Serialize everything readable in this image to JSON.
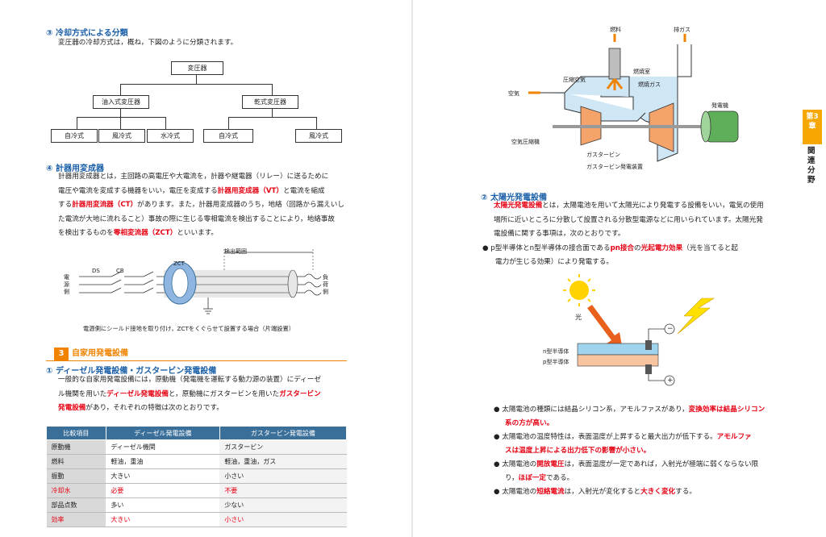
{
  "left": {
    "s3_heading": "③ 冷却方式による分類",
    "s3_text": "変圧器の冷却方式は，概ね，下図のように分類されます。",
    "tree": {
      "root": "変圧器",
      "oil": "油入式変圧器",
      "dry": "乾式変圧器",
      "leaf1": "自冷式",
      "leaf2": "風冷式",
      "leaf3": "水冷式",
      "leaf4": "自冷式",
      "leaf5": "風冷式"
    },
    "s4_heading": "④ 計器用変成器",
    "s4_p1": "計器用変成器とは，主回路の高電圧や大電流を，計器や継電器（リレー）に送るために",
    "s4_p2a": "電圧や電流を変成する機器をいい，電圧を変成する",
    "s4_p2_vt": "計器用変成器（VT）",
    "s4_p2b": "と電流を縮成",
    "s4_p3a": "する",
    "s4_p3_ct": "計器用変流器（CT）",
    "s4_p3b": "があります。また，計器用変成器のうち，地絡（回路から漏えいし",
    "s4_p4": "た電流が大地に流れること）事故の際に生じる零相電流を検出することにより，地絡事故",
    "s4_p5a": "を検出するものを",
    "s4_p5_zct": "零相変流器（ZCT）",
    "s4_p5b": "といいます。",
    "zct_fig": {
      "range": "検出範囲",
      "zct": "ZCT",
      "ds": "DS",
      "cb": "CB",
      "source": "電源側",
      "load": "負荷側",
      "caption": "電源側にシールド接地を取り付け，ZCTをくぐらせて設置する場合（片端設置）"
    },
    "sec3_num": "3",
    "sec3_title": "自家用発電設備",
    "s1_heading": "① ディーゼル発電設備・ガスタービン発電設備",
    "s1_p1": "一般的な自家用発電設備には，原動機（発電機を運転する動力源の装置）にディーゼ",
    "s1_p2a": "ル機関を用いた",
    "s1_p2_diesel": "ディーゼル発電設備",
    "s1_p2b": "と，原動機にガスタービンを用いた",
    "s1_p2_gas": "ガスタービン",
    "s1_p3_gas": "発電設備",
    "s1_p3b": "があり，それぞれの特徴は次のとおりです。",
    "table": {
      "headers": [
        "比較項目",
        "ディーゼル発電設備",
        "ガスタービン発電設備"
      ],
      "rows": [
        {
          "c": [
            "原動機",
            "ディーゼル機関",
            "ガスタービン"
          ],
          "red": false
        },
        {
          "c": [
            "燃料",
            "軽油，重油",
            "軽油，重油，ガス"
          ],
          "red": false
        },
        {
          "c": [
            "振動",
            "大きい",
            "小さい"
          ],
          "red": false
        },
        {
          "c": [
            "冷却水",
            "必要",
            "不要"
          ],
          "red": true
        },
        {
          "c": [
            "部品点数",
            "多い",
            "少ない"
          ],
          "red": false
        },
        {
          "c": [
            "効率",
            "大きい",
            "小さい"
          ],
          "red": true
        }
      ]
    }
  },
  "right": {
    "gt_fig": {
      "fuel": "燃料",
      "exhaust": "排ガス",
      "compressed_air": "圧縮空気",
      "combustor": "燃焼室",
      "combustion_gas": "燃焼ガス",
      "air": "空気",
      "generator": "発電機",
      "compressor": "空気圧縮機",
      "turbine": "ガスタービン",
      "caption": "ガスタービン発電装置"
    },
    "s2_heading": "② 太陽光発電設備",
    "s2_p1_red": "太陽光発電設備",
    "s2_p1b": "とは，太陽電池を用いて太陽光により発電する設備をいい，電気の使用",
    "s2_p2": "場所に近いところに分散して設置される分散型電源などに用いられています。太陽光発",
    "s2_p3": "電設備に関する事項は，次のとおりです。",
    "b1a": "p型半導体とn型半導体の接合面である",
    "b1_pn": "pn接合",
    "b1b": "の",
    "b1_eff": "光起電力効果",
    "b1c": "（光を当てると起",
    "b1d": "電力が生じる効果）により発電する。",
    "solar_fig": {
      "light": "光",
      "n_type": "n型半導体",
      "p_type": "p型半導体",
      "minus": "−",
      "plus": "+"
    },
    "b2a": "太陽電池の種類には結晶シリコン系，アモルファスがあり，",
    "b2_red1": "変換効率は結晶シリコン",
    "b2_red2": "系の方が高い。",
    "b3a": "太陽電池の温度特性は，表面温度が上昇すると最大出力が低下する。",
    "b3_red1": "アモルファ",
    "b3_red2": "スは温度上昇による出力低下の影響が小さい。",
    "b4a": "太陽電池の",
    "b4_red": "開放電圧",
    "b4b": "は，表面温度が一定であれば，入射光が極端に弱くならない限",
    "b4c": "り，",
    "b4_red2": "ほぼ一定",
    "b4d": "である。",
    "b5a": "太陽電池の",
    "b5_red": "短絡電流",
    "b5b": "は，入射光が変化すると",
    "b5_red2": "大きく変化",
    "b5c": "する。",
    "chapter_tab": "第3章",
    "chapter_name": "関連分野"
  },
  "colors": {
    "accent_blue": "#1a5fa8",
    "accent_red": "#e60012",
    "accent_orange": "#f08300",
    "tab_yellow": "#f6a800"
  }
}
